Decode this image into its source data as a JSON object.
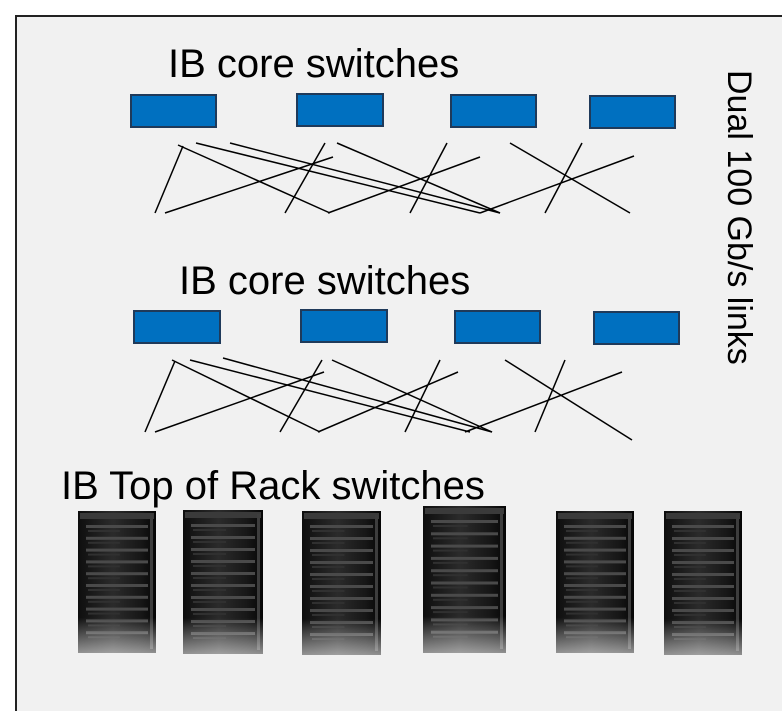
{
  "diagram": {
    "tier1_title": "IB core switches",
    "tier2_title": "IB core switches",
    "tor_title": "IB Top of Rack switches",
    "side_label": "Dual 100 Gb/s links",
    "colors": {
      "background": "#f1f1f1",
      "switch_fill": "#0070c0",
      "switch_stroke": "#1f3a5a",
      "rack_body": "#1c1c1c",
      "link_line": "#000000"
    }
  }
}
